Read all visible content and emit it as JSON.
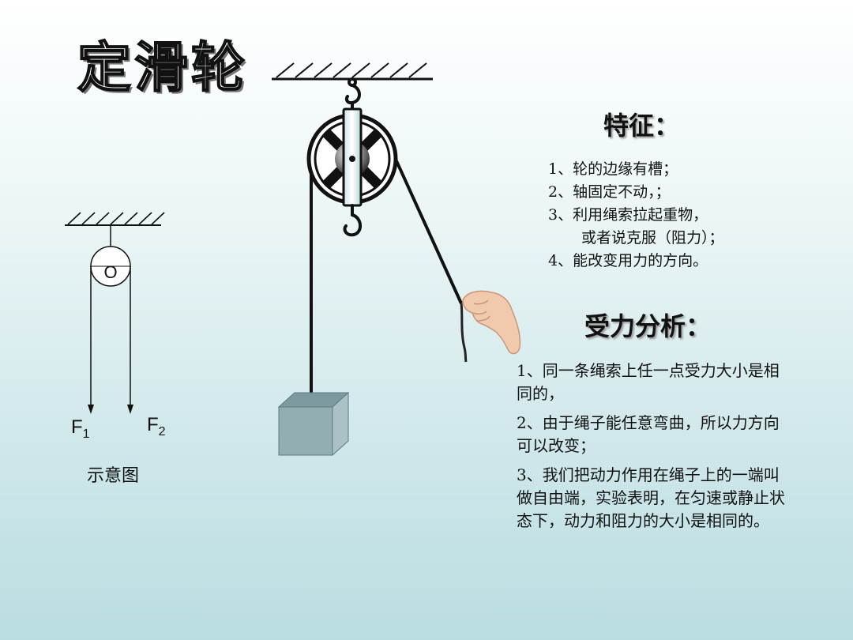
{
  "title": "定滑轮",
  "features": {
    "heading": "特征：",
    "items": [
      "1、轮的边缘有槽；",
      "2、轴固定不动，；",
      "3、利用绳索拉起重物，",
      "或者说克服（阻力）；",
      "4、能改变用力的方向。"
    ]
  },
  "force_analysis": {
    "heading": "受力分析：",
    "paragraphs": [
      "1、同一条绳索上任一点受力大小是相同的，",
      "2、由于绳子能任意弯曲，所以力方向可以改变；",
      "3、我们把动力作用在绳子上的一端叫做自由端，实验表明，在匀速或静止状态下，动力和阻力的大小是相同的。"
    ]
  },
  "schematic": {
    "center_label": "O",
    "f1_label": "F",
    "f1_sub": "1",
    "f2_label": "F",
    "f2_sub": "2",
    "caption": "示意图"
  }
}
